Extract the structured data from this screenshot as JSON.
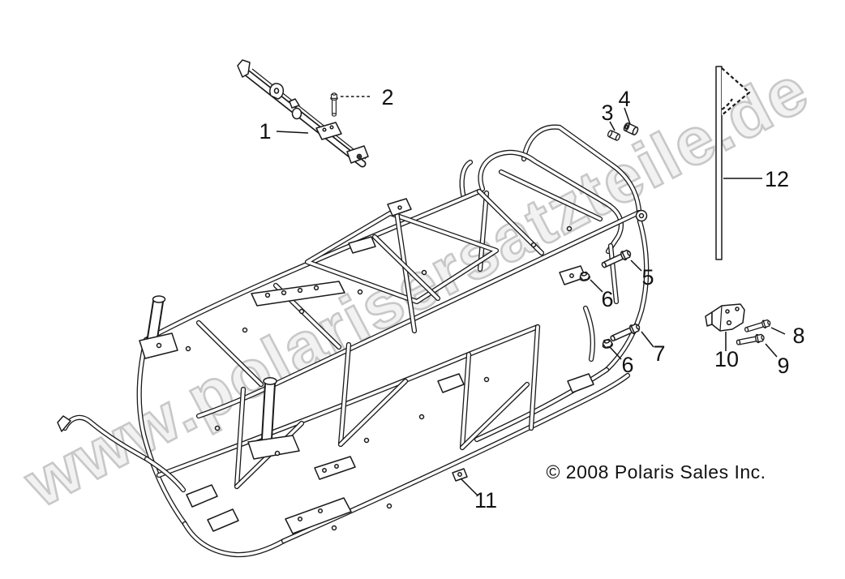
{
  "page": {
    "background": "#ffffff",
    "line_color": "#1a1a1a"
  },
  "watermark": {
    "text": "www.polarisersatzteile.de",
    "fill": "#f2f2f2",
    "stroke": "#c8c8c8"
  },
  "copyright": {
    "text": "© 2008 Polaris Sales Inc."
  },
  "callouts": {
    "labels": [
      "1",
      "2",
      "3",
      "4",
      "5",
      "6",
      "6",
      "7",
      "8",
      "9",
      "10",
      "11",
      "12"
    ]
  }
}
